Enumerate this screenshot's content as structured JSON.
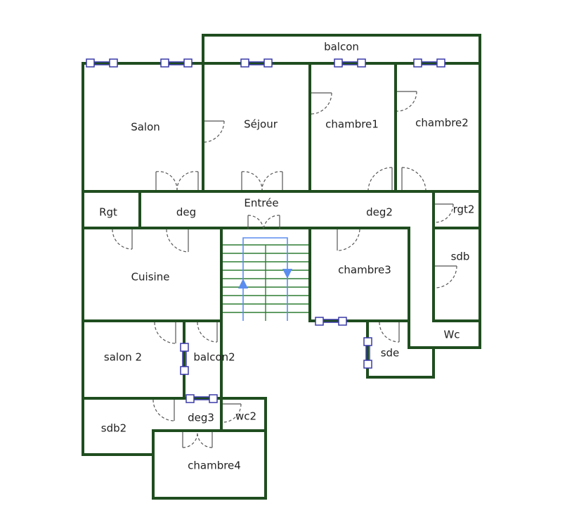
{
  "colors": {
    "wall": "#1f4d1f",
    "stair_line": "#2e7d32",
    "window": "#3a3aa8",
    "window_fill": "#e8e8ff",
    "door": "#555555",
    "arrow": "#5b8def",
    "background": "#ffffff"
  },
  "rooms": {
    "balcon": "balcon",
    "salon": "Salon",
    "sejour": "Séjour",
    "chambre1": "chambre1",
    "chambre2": "chambre2",
    "rgt": "Rgt",
    "deg": "deg",
    "entree": "Entrée",
    "deg2": "deg2",
    "rgt2": "rgt2",
    "cuisine": "Cuisine",
    "chambre3": "chambre3",
    "sdb": "sdb",
    "wc": "Wc",
    "salon2": "salon 2",
    "balcon2": "balcon2",
    "sde": "sde",
    "sdb2": "sdb2",
    "deg3": "deg3",
    "wc2": "wc2",
    "chambre4": "chambre4"
  },
  "icons": {
    "stair_up": "arrow-up-icon",
    "stair_down": "arrow-down-icon"
  }
}
